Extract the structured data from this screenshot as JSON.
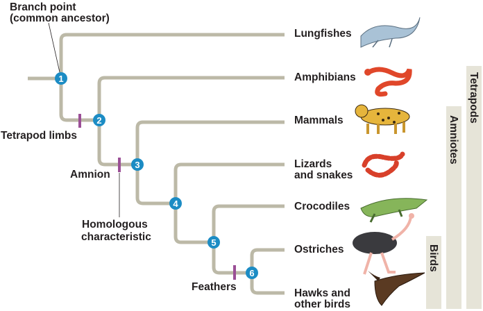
{
  "annotations": {
    "branch_point_line1": "Branch point",
    "branch_point_line2": "(common ancestor)",
    "tetrapod_limbs": "Tetrapod limbs",
    "amnion": "Amnion",
    "homologous_line1": "Homologous",
    "homologous_line2": "characteristic",
    "feathers": "Feathers"
  },
  "nodes": [
    "1",
    "2",
    "3",
    "4",
    "5",
    "6"
  ],
  "taxa": {
    "lungfishes": "Lungfishes",
    "amphibians": "Amphibians",
    "mammals": "Mammals",
    "lizards_line1": "Lizards",
    "lizards_line2": "and snakes",
    "crocodiles": "Crocodiles",
    "ostriches": "Ostriches",
    "hawks_line1": "Hawks and",
    "hawks_line2": "other birds"
  },
  "groups": {
    "tetrapods": "Tetrapods",
    "amniotes": "Amniotes",
    "birds": "Birds"
  },
  "colors": {
    "branch": "#bcb9a7",
    "node": "#1c8cc4",
    "trait_mark": "#9b4f96",
    "group_bar": "#e6e4d8"
  }
}
